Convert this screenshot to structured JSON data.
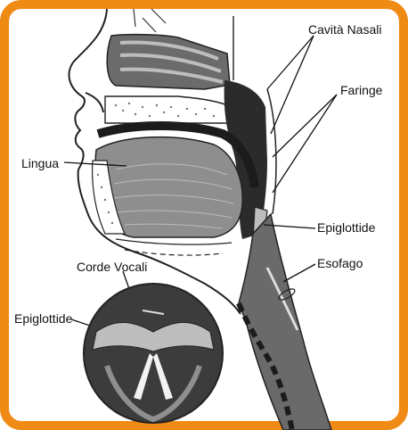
{
  "frame": {
    "border_color": "#ef8a14"
  },
  "labels": {
    "cavita_nasali": "Cavità Nasali",
    "faringe": "Faringe",
    "lingua": "Lingua",
    "epiglottide": "Epiglottide",
    "esofago": "Esofago",
    "corde_vocali": "Corde Vocali",
    "epiglottide_inset": "Epiglottide"
  }
}
